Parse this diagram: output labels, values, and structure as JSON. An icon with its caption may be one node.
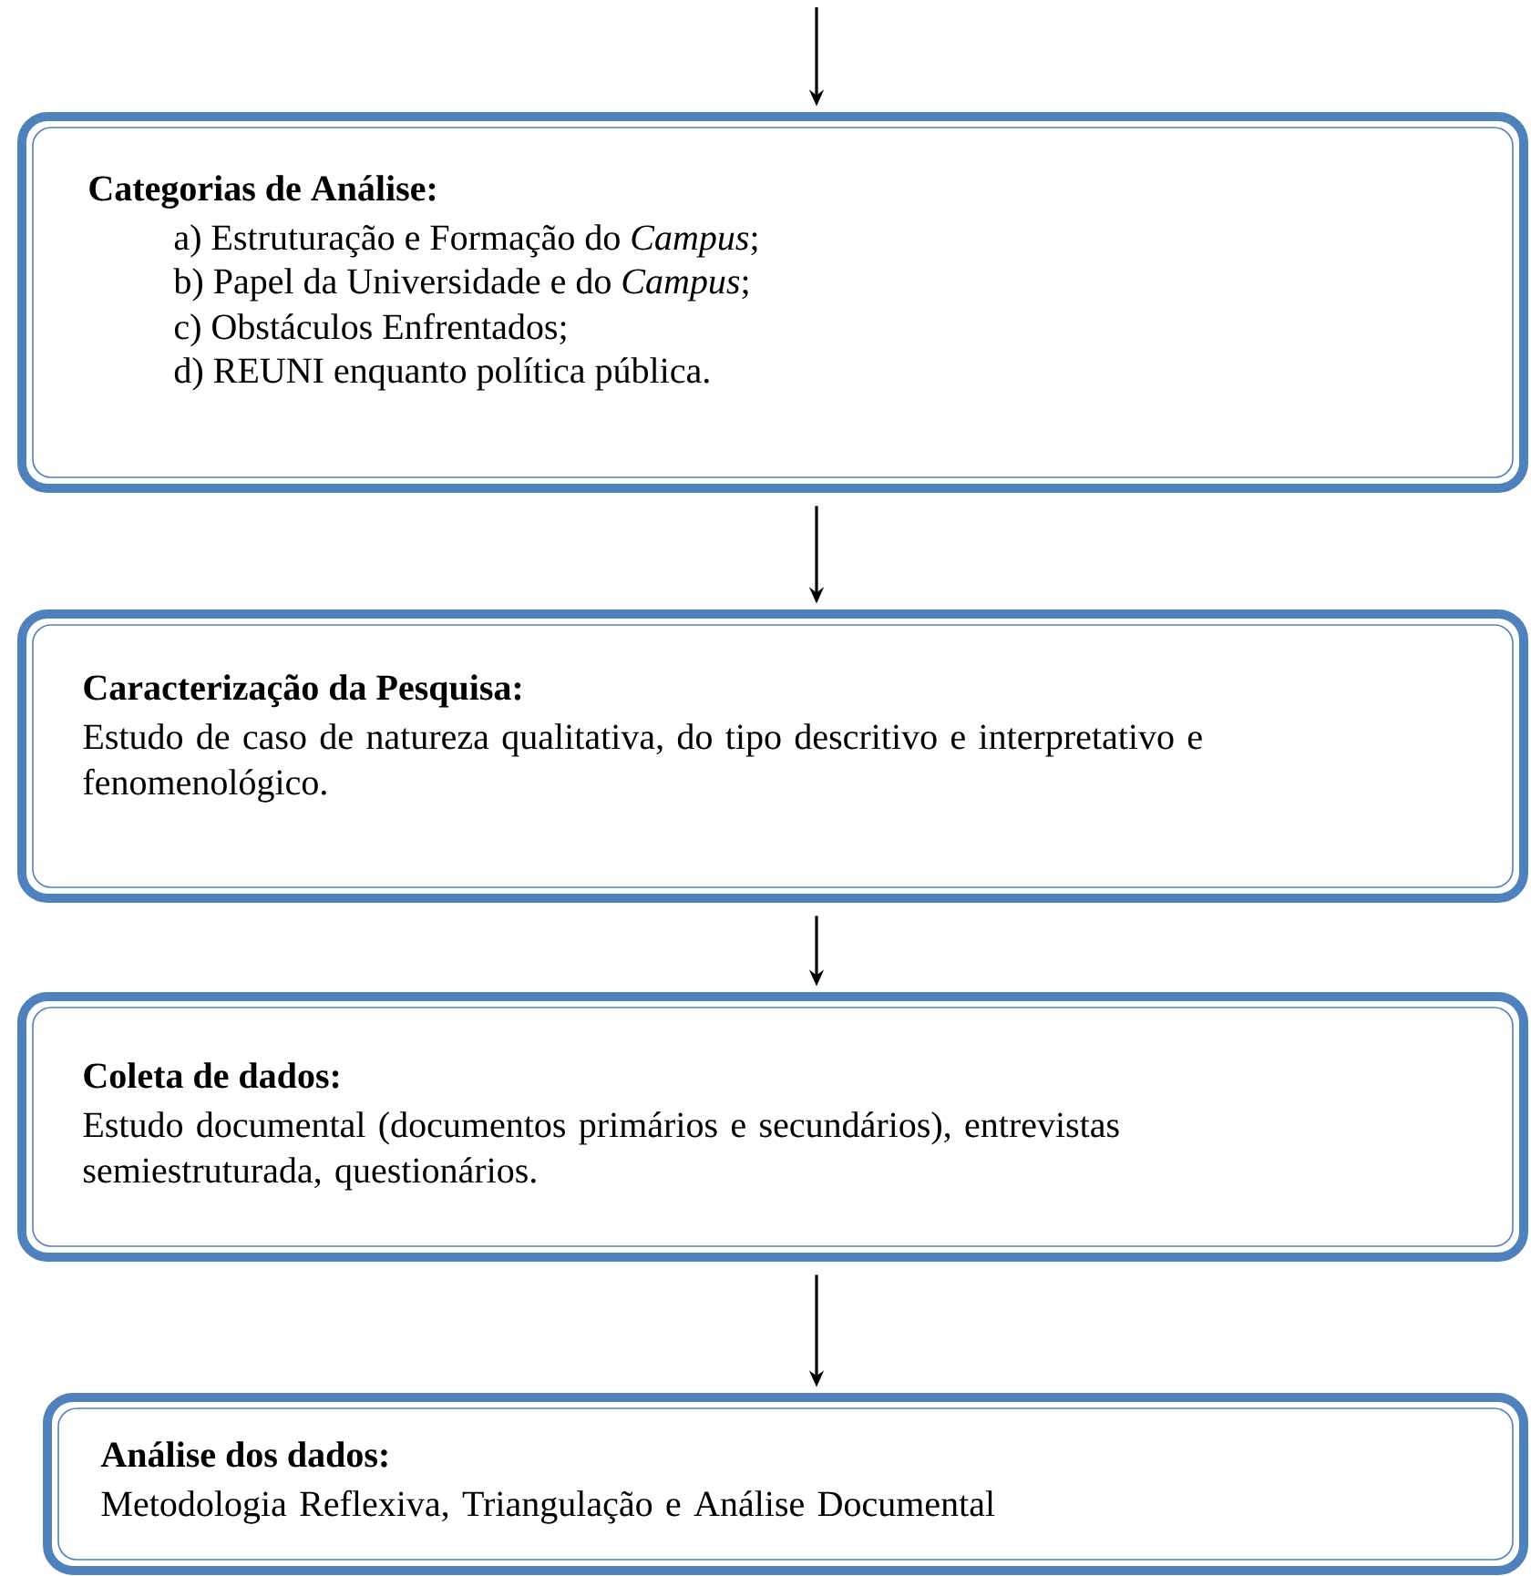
{
  "diagram": {
    "nodes": [
      {
        "text": [
          "Categorias de Análise:",
          "a) Estruturação e Formação do *Campus*;",
          "b) Papel da Universidade e do *Campus*;",
          "c) Obstáculos Enfrentados;",
          "d) REUNI enquanto política pública."
        ]
      },
      {
        "text": [
          "Caracterização da Pesquisa:",
          "Estudo de caso de natureza qualitativa, do tipo descritivo e interpretativo e fenomenológico."
        ]
      },
      {
        "text": [
          "Coleta de dados:",
          "Estudo documental (documentos primários e secundários), entrevistas semiestruturada, questionários."
        ]
      },
      {
        "text": [
          "Análise dos dados:",
          "Metodologia Reflexiva, Triangulação e Análise Documental"
        ]
      }
    ],
    "edges": [
      {
        "from": null,
        "to": 0,
        "arrow": "to"
      },
      {
        "from": 0,
        "to": 1,
        "arrow": "to"
      },
      {
        "from": 1,
        "to": 2,
        "arrow": "to"
      },
      {
        "from": 2,
        "to": 3,
        "arrow": "to"
      }
    ]
  }
}
